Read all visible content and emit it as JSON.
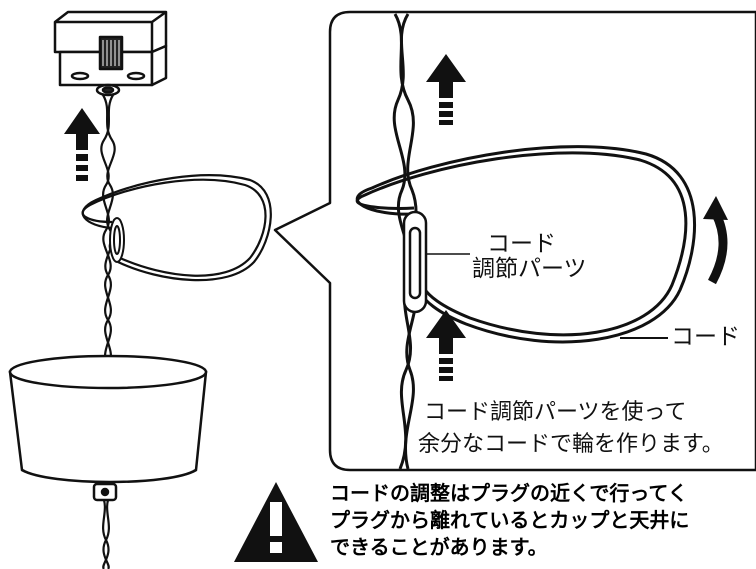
{
  "callout": {
    "cord_adjuster_label_line1": "コード",
    "cord_adjuster_label_line2": "調節パーツ",
    "cord_label": "コード",
    "instruction_line1": "コード調節パーツを使って",
    "instruction_line2": "余分なコードで輪を作ります。"
  },
  "warning": {
    "line1": "コードの調整はプラグの近くで行ってく",
    "line2": "プラグから離れているとカップと天井に",
    "line3": "できることがあります。"
  },
  "icons": {
    "warning": "warning-triangle-icon",
    "arrow": "up-arrow-icon",
    "rotate": "curved-arrow-icon"
  },
  "colors": {
    "line": "#111111",
    "background": "#ffffff",
    "panel_fill": "#ffffff"
  }
}
